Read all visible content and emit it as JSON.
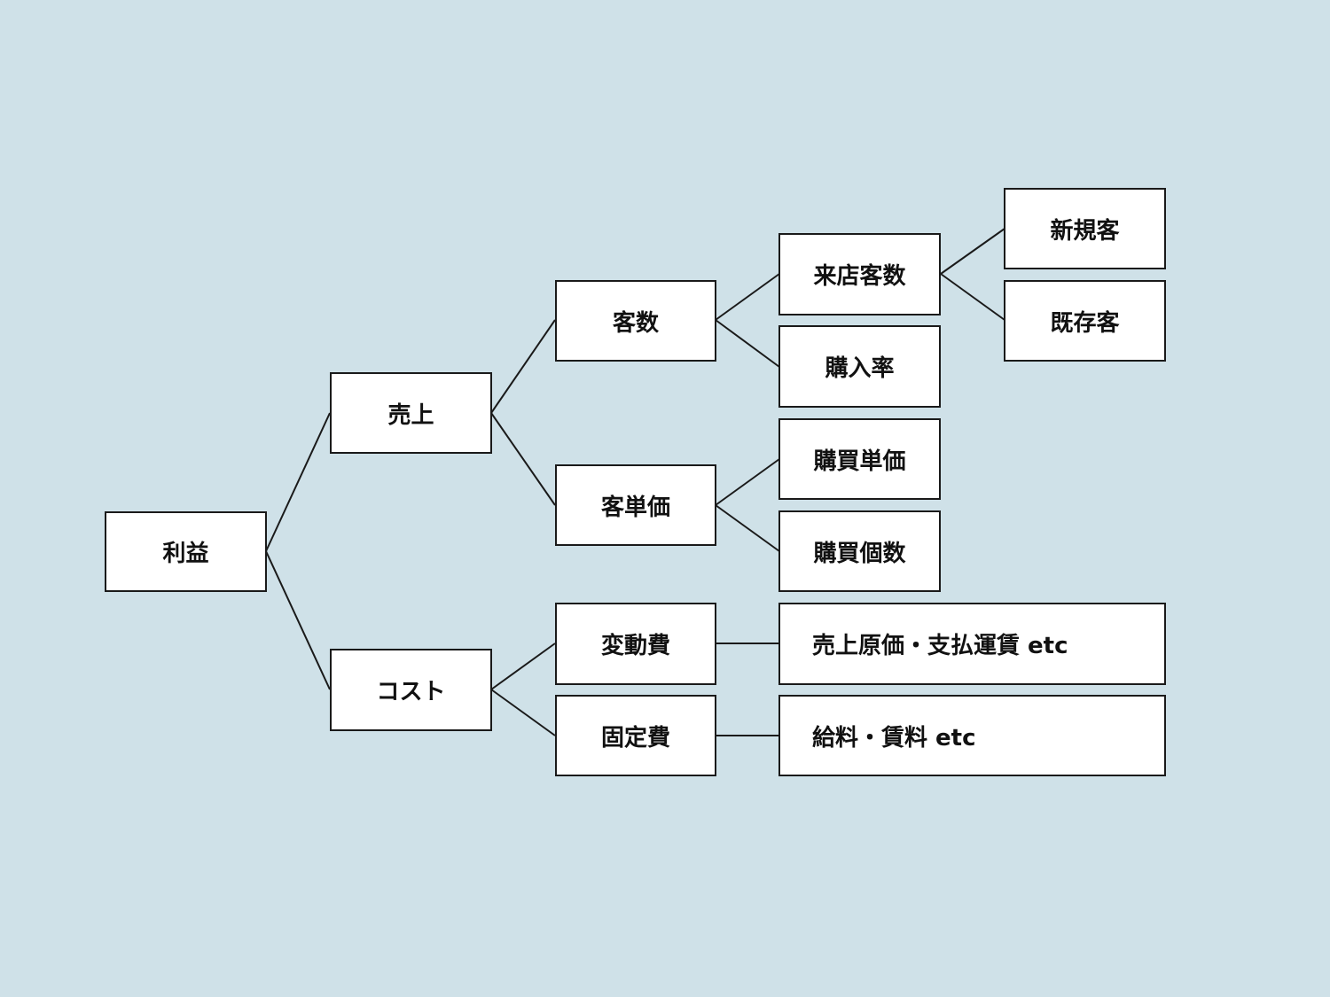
{
  "nodes": {
    "profit": "利益",
    "sales": "売上",
    "cost": "コスト",
    "customers": "客数",
    "unit_price": "客単価",
    "variable_cost": "変動費",
    "fixed_cost": "固定費",
    "visitors": "来店客数",
    "purchase_rate": "購入率",
    "purchase_price": "購買単価",
    "purchase_qty": "購買個数",
    "variable_examples": "売上原価・支払運賃 etc",
    "fixed_examples": "給料・賃料 etc",
    "new_customers": "新規客",
    "existing_customers": "既存客"
  },
  "colors": {
    "background": "#cfe1e8",
    "box_fill": "#ffffff",
    "border": "#1a1a1a"
  }
}
